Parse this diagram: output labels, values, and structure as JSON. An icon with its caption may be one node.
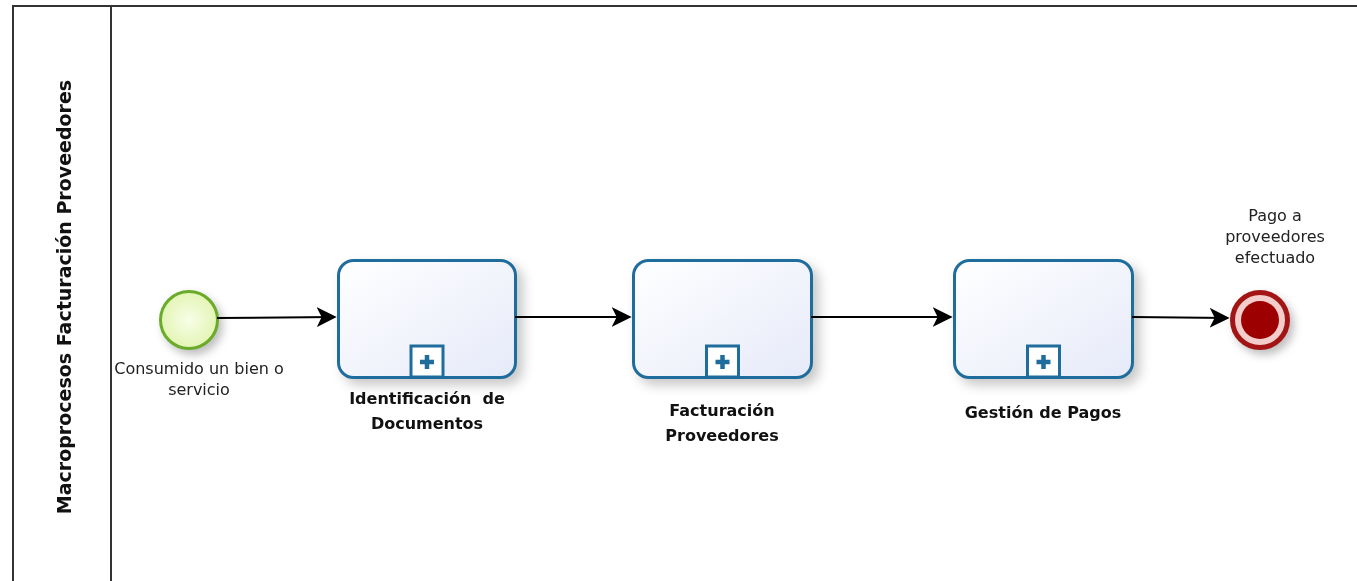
{
  "diagram": {
    "nodes": [
      {
        "text": [
          "Macroprocesos Facturación Proveedores"
        ]
      },
      {
        "text": [
          "Consumido un bien o servicio"
        ],
        "in": 0
      },
      {
        "text": [
          "Identificación  de Documentos"
        ],
        "in": 0
      },
      {
        "text": [
          "Facturación Proveedores"
        ],
        "in": 0
      },
      {
        "text": [
          "Gestión de Pagos"
        ],
        "in": 0
      },
      {
        "text": [
          "Pago a proveedores efectuado"
        ],
        "in": 0
      }
    ],
    "edges": [
      {
        "from": 1,
        "to": 2,
        "arrow": "to"
      },
      {
        "from": 2,
        "to": 3,
        "arrow": "to"
      },
      {
        "from": 3,
        "to": 4,
        "arrow": "to"
      },
      {
        "from": 4,
        "to": 5,
        "arrow": "to"
      }
    ]
  }
}
